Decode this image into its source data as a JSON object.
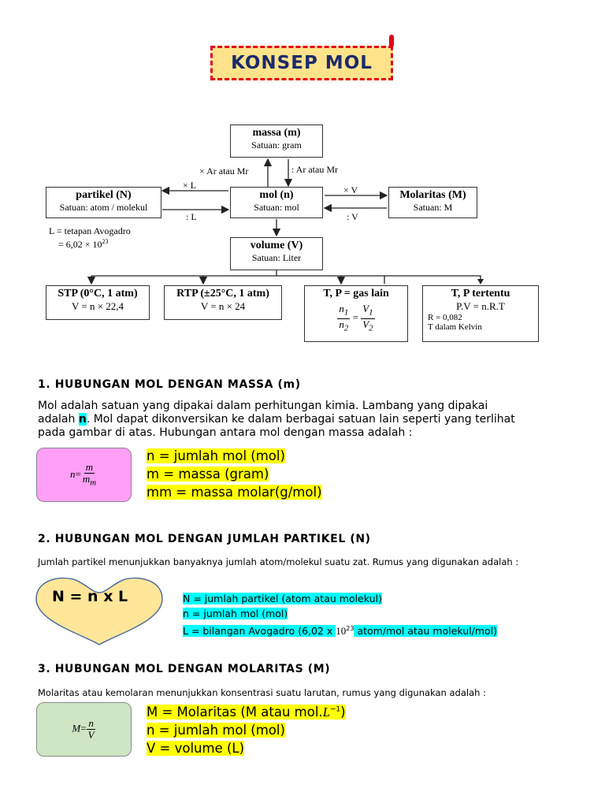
{
  "title": "KONSEP MOL",
  "diagram": {
    "massa": {
      "title": "massa (m)",
      "sub": "Satuan: gram"
    },
    "mol": {
      "title": "mol (n)",
      "sub": "Satuan: mol"
    },
    "partikel": {
      "title": "partikel (N)",
      "sub": "Satuan: atom / molekul"
    },
    "molaritas": {
      "title": "Molaritas (M)",
      "sub": "Satuan: M"
    },
    "volume": {
      "title": "volume (V)",
      "sub": "Satuan: Liter"
    },
    "stp": {
      "title": "STP (0°C, 1 atm)",
      "sub": "V = n × 22,4"
    },
    "rtp": {
      "title": "RTP (±25°C, 1 atm)",
      "sub": "V = n × 24"
    },
    "tp_gas": {
      "title": "T, P = gas lain",
      "n1": "n",
      "n1_sub": "1",
      "n2": "n",
      "n2_sub": "2",
      "v1": "V",
      "v1_sub": "1",
      "v2": "V",
      "v2_sub": "2"
    },
    "tp_tertentu": {
      "title": "T, P tertentu",
      "eq": "P.V = n.R.T",
      "r": "R = 0,082",
      "t": "T dalam Kelvin"
    },
    "label_times_ar": "× Ar atau Mr",
    "label_div_ar": ": Ar atau Mr",
    "label_times_l": "× L",
    "label_div_l": ": L",
    "label_times_v": "× V",
    "label_div_v": ": V",
    "avogadro_1": "L = tetapan Avogadro",
    "avogadro_2": "= 6,02 × 10",
    "avogadro_exp": "23"
  },
  "sec1": {
    "heading": "1.  HUBUNGAN MOL DENGAN MASSA (m)",
    "p1": "Mol adalah satuan yang dipakai dalam perhitungan kimia. Lambang yang dipakai",
    "p2_pre": "adalah ",
    "p2_hl": "n",
    "p2_post": ". Mol dapat dikonversikan ke dalam berbagai satuan lain seperti yang terlihat",
    "p3": "pada gambar di atas. Hubungan antara mol dengan massa adalah :",
    "formula_lhs": "n",
    "formula_num": "m",
    "formula_den": "m",
    "formula_den_sub": "m",
    "lines": [
      "n = jumlah mol (mol)",
      "m = massa (gram)",
      "mm = massa molar(g/mol)"
    ]
  },
  "sec2": {
    "heading": "2.  HUBUNGAN MOL DENGAN JUMLAH PARTIKEL (N)",
    "intro": "Jumlah partikel menunjukkan banyaknya jumlah atom/molekul suatu zat. Rumus yang digunakan adalah :",
    "formula": "N = n x L",
    "line1": "N = jumlah partikel (atom atau molekul)",
    "line2": "n = jumlah mol (mol)",
    "line3_pre": "L  = bilangan  Avogadro (6,02 x ",
    "line3_base": "10",
    "line3_exp": "23",
    "line3_post": " atom/mol atau molekul/mol)"
  },
  "sec3": {
    "heading": "3.  HUBUNGAN MOL DENGAN MOLARITAS (M)",
    "intro": "Molaritas atau kemolaran menunjukkan konsentrasi suatu larutan, rumus yang digunakan adalah :",
    "formula_lhs": "M",
    "formula_num": "n",
    "formula_den": "V",
    "line1_pre": "M = Molaritas (M atau mol.",
    "line1_unit": "L",
    "line1_exp": "−1",
    "line1_post": ")",
    "line2": "n = jumlah mol (mol)",
    "line3": "V = volume (L)"
  },
  "colors": {
    "title_bg": "#ffe38a",
    "title_border": "#e00020",
    "title_text": "#1b2a6b",
    "box1": "#ff9ff5",
    "box2": "#ffe699",
    "box3": "#cfe6c4",
    "highlight_yellow": "#ffff00",
    "highlight_cyan": "#00ffff"
  }
}
